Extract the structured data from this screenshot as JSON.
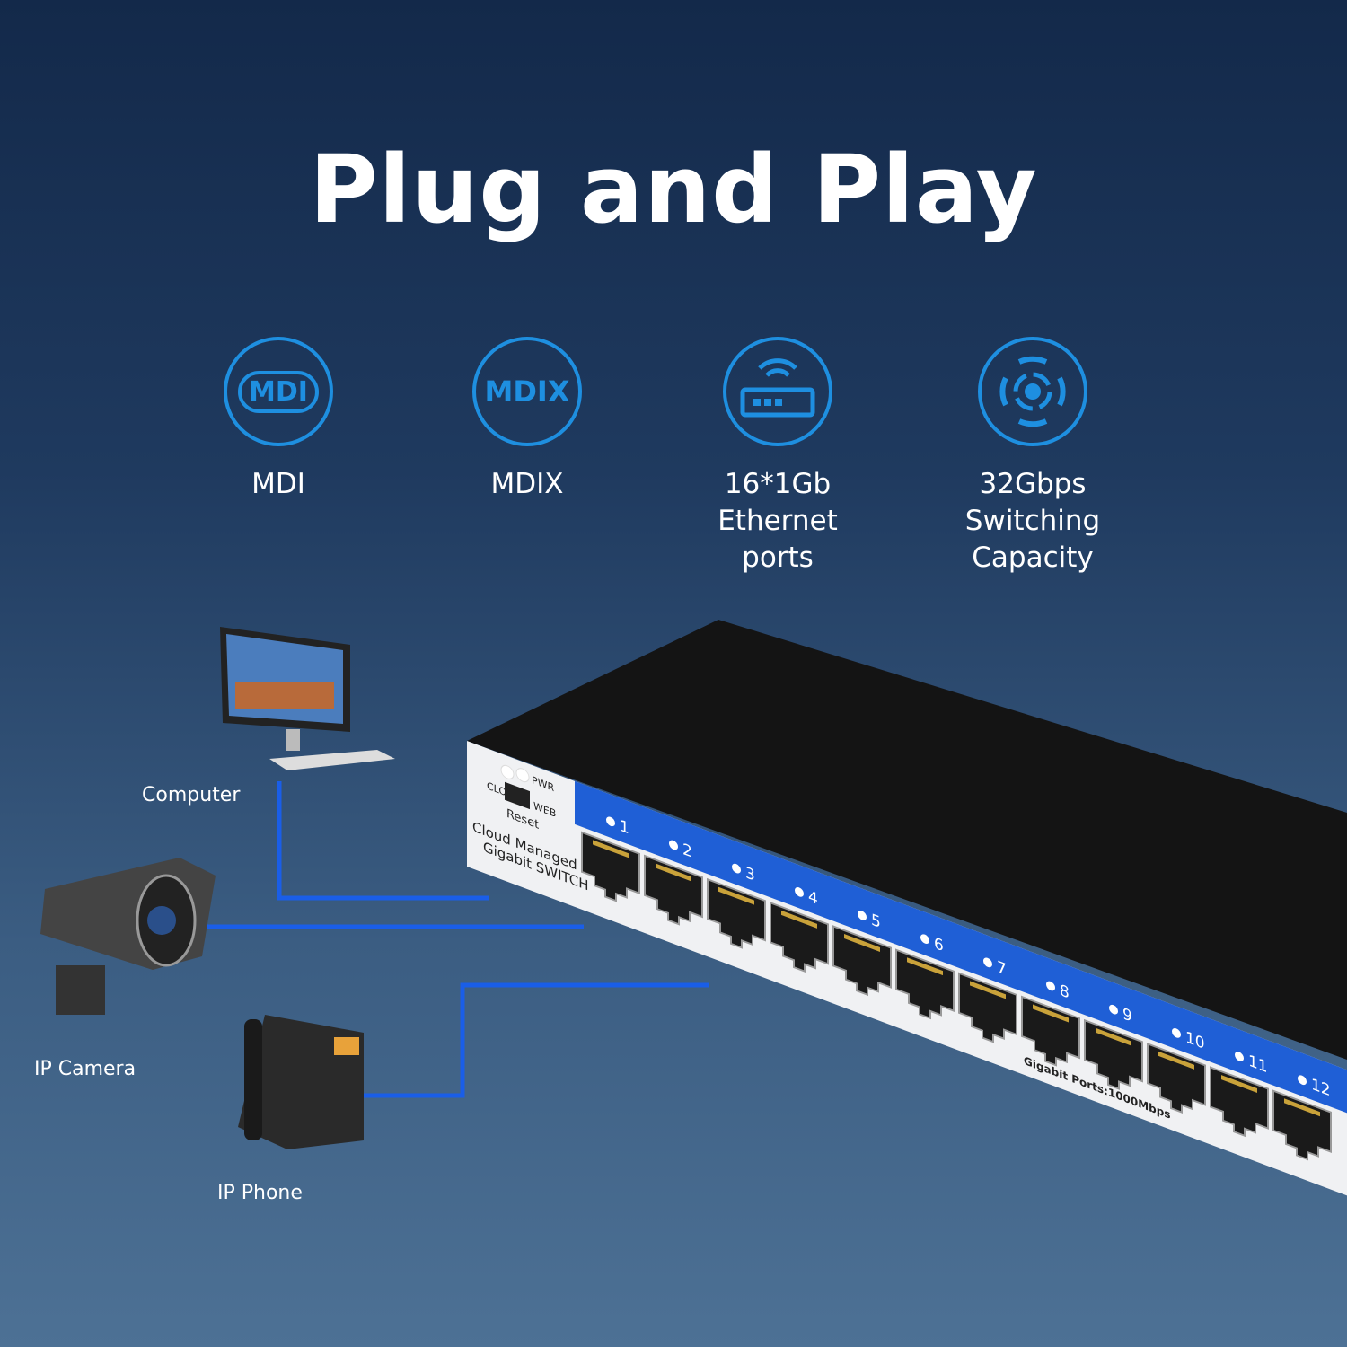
{
  "title": "Plug and Play",
  "features": [
    {
      "icon": "mdi-icon",
      "icon_text": "MDI",
      "label": "MDI"
    },
    {
      "icon": "mdix-icon",
      "icon_text": "MDIX",
      "label": "MDIX"
    },
    {
      "icon": "switch-icon",
      "label": "16*1Gb\nEthernet\nports"
    },
    {
      "icon": "signal-icon",
      "label": "32Gbps\nSwitching\nCapacity"
    }
  ],
  "devices": {
    "computer": "Computer",
    "camera": "IP Camera",
    "phone": "IP Phone"
  },
  "switch": {
    "pwr": "PWR",
    "cloud": "CLOUD",
    "web": "WEB",
    "reset": "Reset",
    "name_line1": "Cloud Managed",
    "name_line2": "Gigabit SWITCH",
    "ports_label": "Gigabit Ports:1000Mbps",
    "port_numbers": [
      "1",
      "2",
      "3",
      "4",
      "5",
      "6",
      "7",
      "8",
      "9",
      "10",
      "11",
      "12"
    ]
  },
  "colors": {
    "accent": "#1e8fe0",
    "strip": "#1f5fd6",
    "line": "#1a5ee8"
  }
}
